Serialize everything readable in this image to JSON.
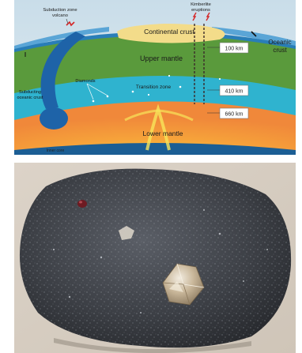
{
  "diagram": {
    "labels": {
      "kimberlite_eruptions": [
        "Kimberlite",
        "eruptions"
      ],
      "subduction_volcano": [
        "Subduction zone",
        "volcano"
      ],
      "continental_crust": "Continental crust",
      "oceanic_crust": [
        "Oceanic",
        "crust"
      ],
      "upper_mantle": "Upper mantle",
      "diamonds": "Diamonds",
      "subducting_crust": [
        "Subducting",
        "oceanic crust"
      ],
      "transition_zone": "Transition zone",
      "lower_mantle": "Lower mantle",
      "inner_core": "Inner core",
      "depth_100": "100 km",
      "depth_410": "410 km",
      "depth_660": "660 km"
    }
  },
  "photo": {
    "subject": "kimberlite rock with embedded diamond crystals"
  }
}
